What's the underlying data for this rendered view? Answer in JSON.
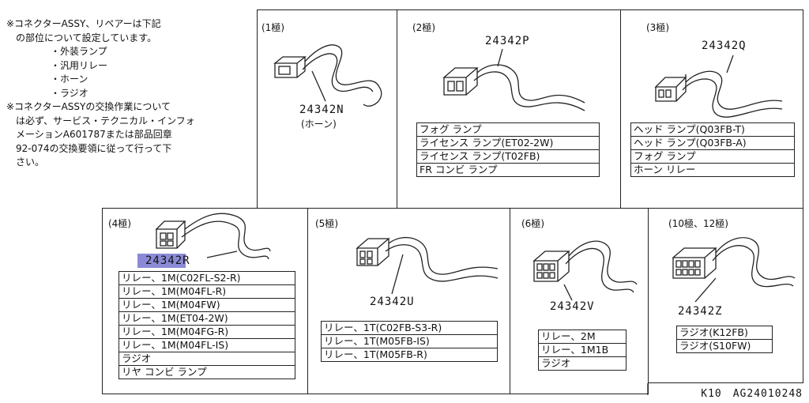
{
  "notes": [
    "※コネクターASSY、リペアーは下記",
    "の部位について設定しています。",
    "・外装ランプ",
    "・汎用リレー",
    "・ホーン",
    "・ラジオ",
    "※コネクターASSYの交換作業について",
    "は必ず、サービス・テクニカル・インフォ",
    "メーションA601787または部品回章",
    "92-074の交換要領に従って行って下",
    "さい。"
  ],
  "panels": [
    {
      "title": "(1極)",
      "part": "24342N",
      "sub": "(ホーン)",
      "items": []
    },
    {
      "title": "(2極)",
      "part": "24342P",
      "items": [
        "フォグ ランプ",
        "ライセンス ランプ(ET02-2W)",
        "ライセンス ランプ(T02FB)",
        "FR コンビ ランプ"
      ]
    },
    {
      "title": "(3極)",
      "part": "24342Q",
      "items": [
        "ヘッド ランプ(Q03FB-T)",
        "ヘッド ランプ(Q03FB-A)",
        "フォグ ランプ",
        "ホーン リレー"
      ]
    },
    {
      "title": "(4極)",
      "part": "24342R",
      "items": [
        "リレー、1M(C02FL-S2-R)",
        "リレー、1M(M04FL-R)",
        "リレー、1M(M04FW)",
        "リレー、1M(ET04-2W)",
        "リレー、1M(M04FG-R)",
        "リレー、1M(M04FL-IS)",
        "ラジオ",
        "リヤ コンビ ランプ"
      ]
    },
    {
      "title": "(5極)",
      "part": "24342U",
      "items": [
        "リレー、1T(C02FB-S3-R)",
        "リレー、1T(M05FB-IS)",
        "リレー、1T(M05FB-R)"
      ]
    },
    {
      "title": "(6極)",
      "part": "24342V",
      "items": [
        "リレー、2M",
        "リレー、1M1B",
        "ラジオ"
      ]
    },
    {
      "title": "(10極、12極)",
      "part": "24342Z",
      "items": [
        "ラジオ(K12FB)",
        "ラジオ(S10FW)"
      ]
    }
  ],
  "footer_code": "K10　AG24010248",
  "colors": {
    "highlight": "#8b8ad6",
    "line": "#222222"
  }
}
